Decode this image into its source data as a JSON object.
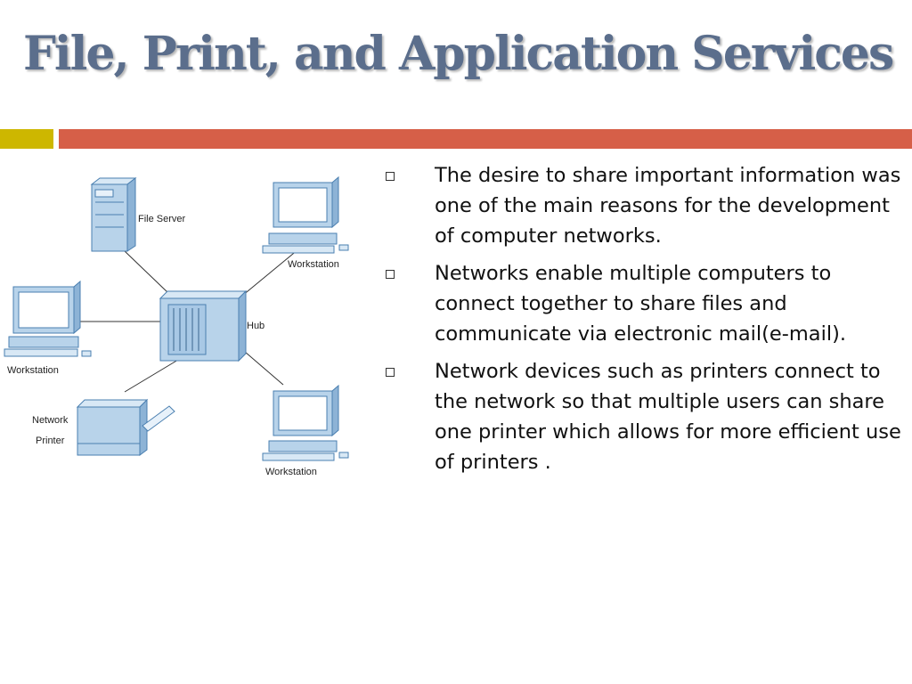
{
  "slide": {
    "title": "File, Print, and Application Services",
    "bullets": [
      {
        "text": "The desire to share important information was one of the main reasons for the development of computer networks."
      },
      {
        "text": "Networks enable multiple computers to connect together to share files and communicate via electronic mail(e-mail)."
      },
      {
        "text": "Network devices such as printers connect to the network so that multiple users can share one printer which allows for more efficient use of printers ."
      }
    ],
    "accent_colors": {
      "bar_left": "#cdb700",
      "bar_right": "#d65f48",
      "title": "#5b6e8c",
      "device_fill": "#b8d3ea",
      "device_stroke": "#4a7fb0"
    }
  },
  "diagram": {
    "labels": {
      "file_server": "File Server",
      "hub": "Hub",
      "workstation_top_right": "Workstation",
      "workstation_left": "Workstation",
      "workstation_bottom_right": "Workstation",
      "printer_line1": "Network",
      "printer_line2": "Printer"
    }
  }
}
